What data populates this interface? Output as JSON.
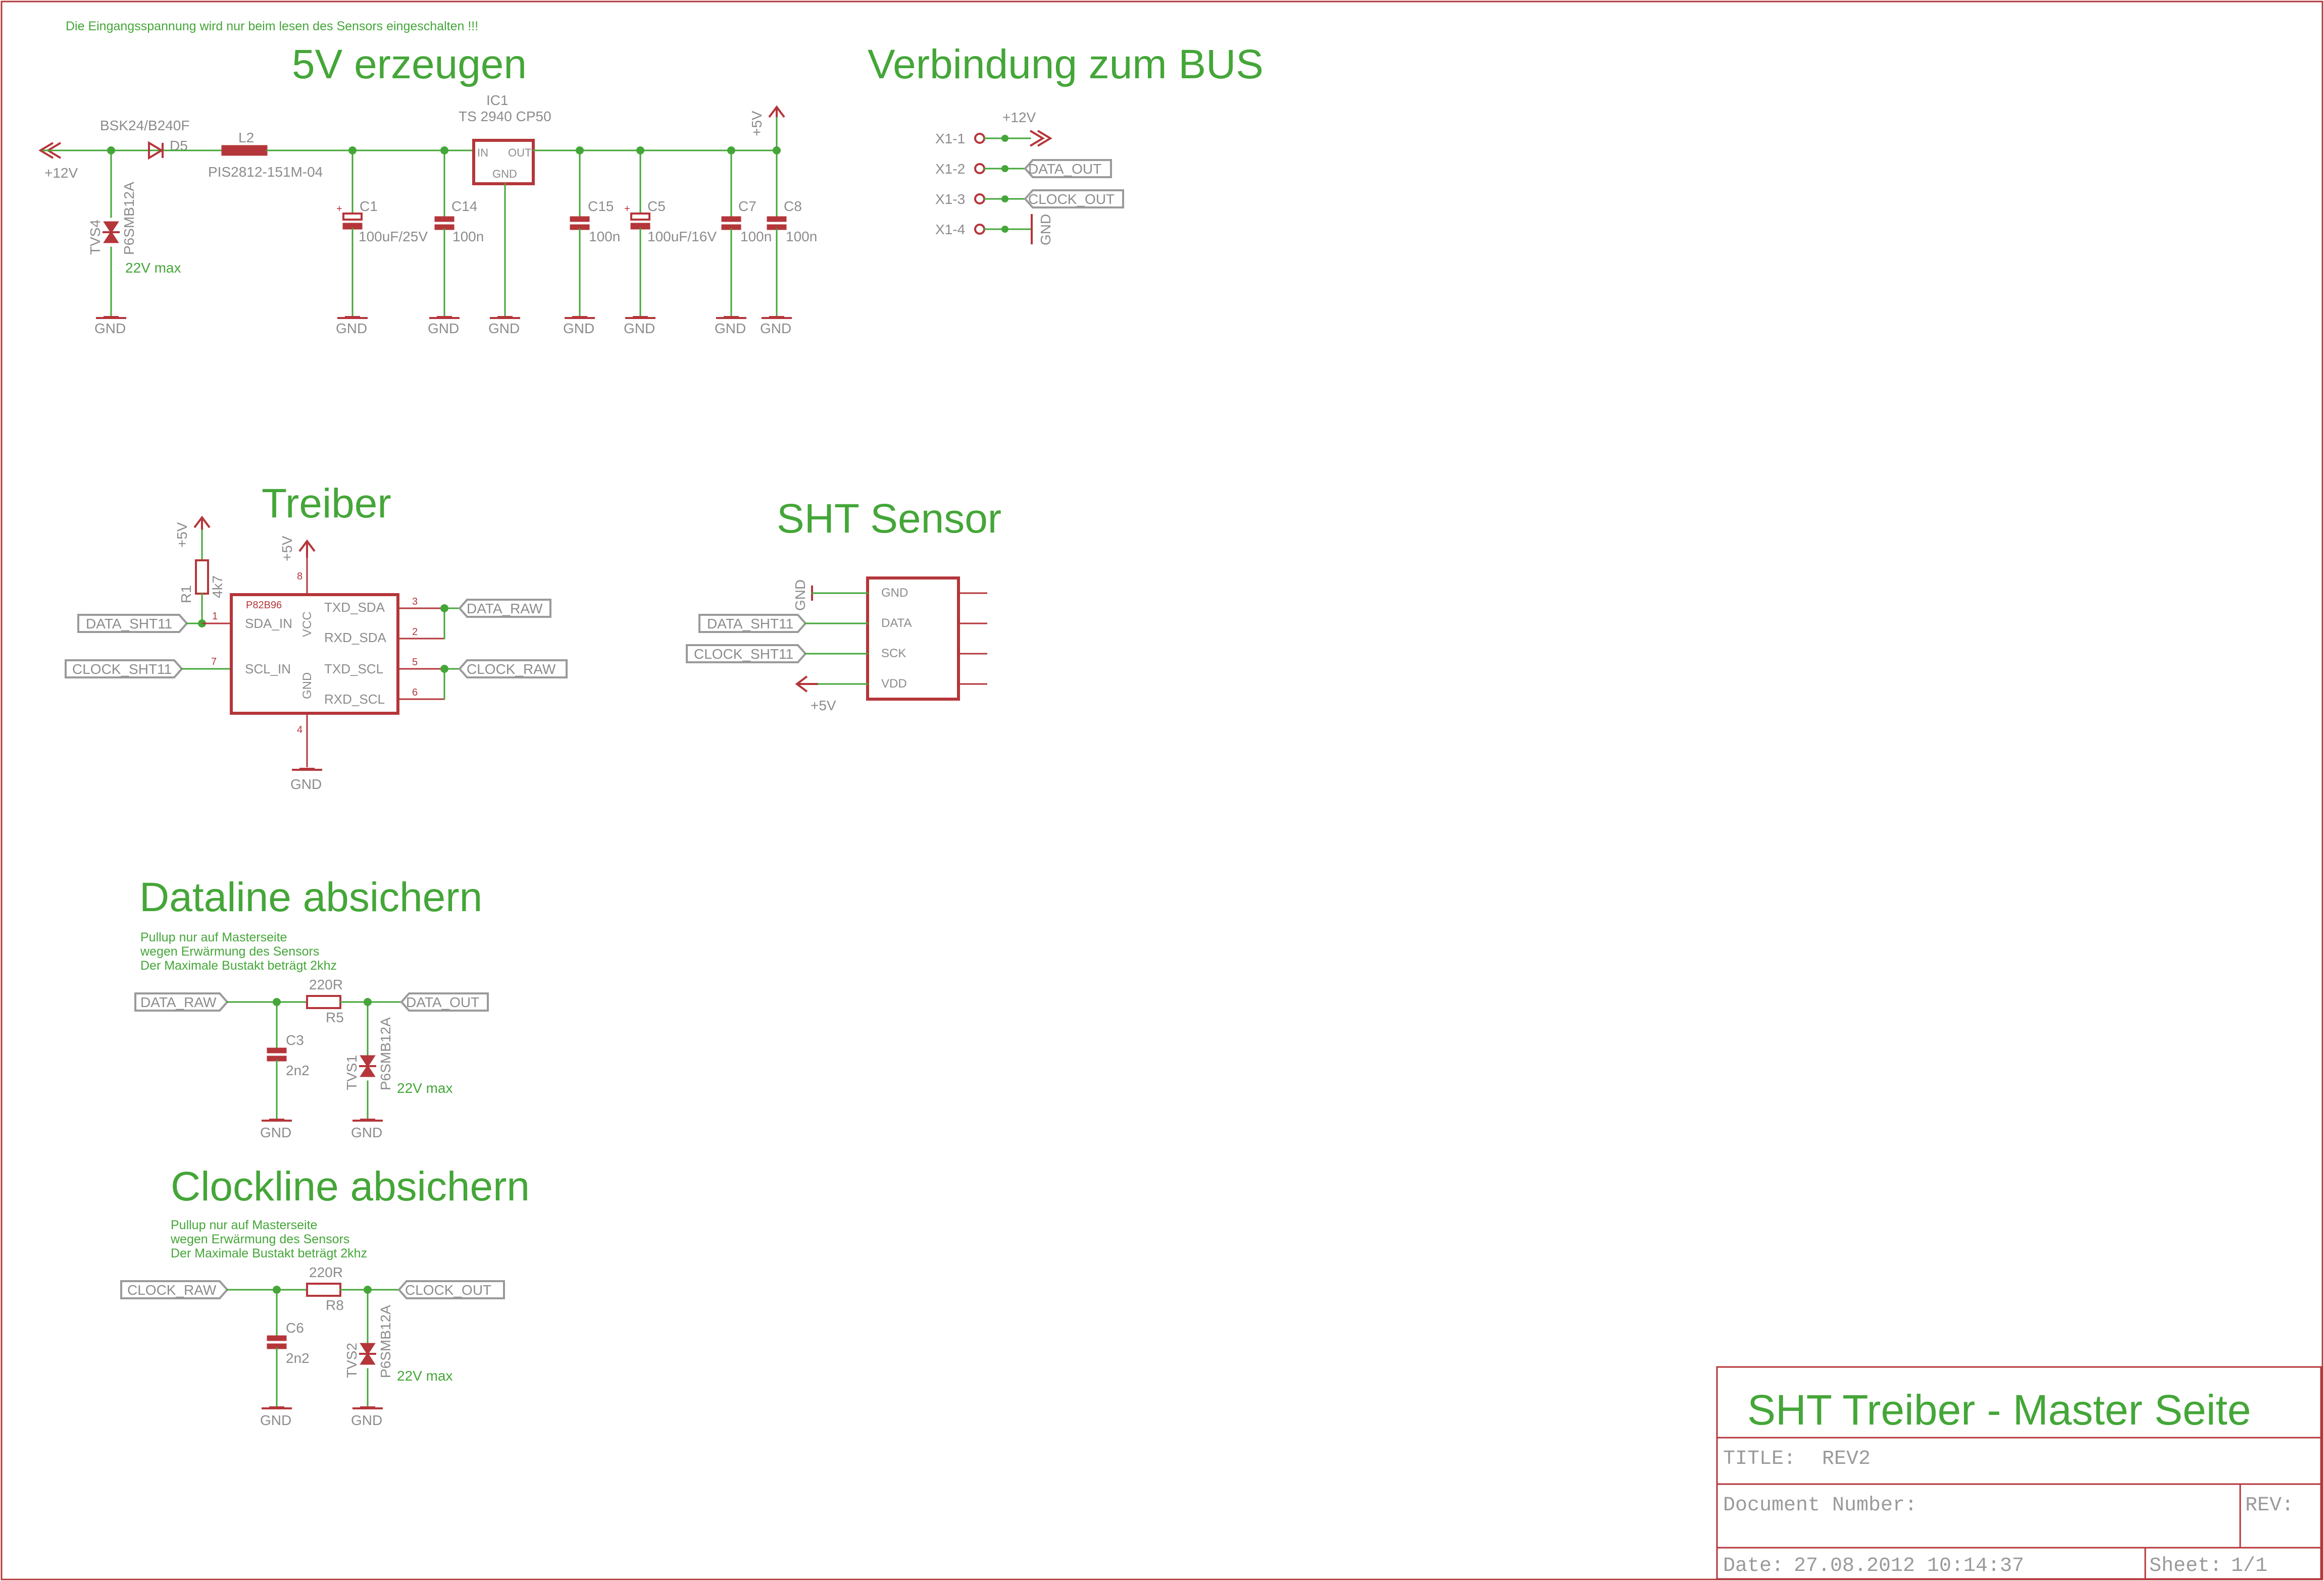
{
  "header_note": "Die Eingangsspannung wird nur beim lesen des Sensors eingeschalten !!!",
  "sections": {
    "power": "5V erzeugen",
    "bus": "Verbindung zum BUS",
    "driver": "Treiber",
    "sensor": "SHT Sensor",
    "dataline": "Dataline absichern",
    "clockline": "Clockline absichern"
  },
  "power": {
    "in_label": "+12V",
    "diode_part": "BSK24/B240F",
    "diode_name": "D5",
    "l2_name": "L2",
    "l2_part": "PIS2812-151M-04",
    "ic_name": "IC1",
    "ic_part": "TS 2940 CP50",
    "ic_in": "IN",
    "ic_out": "OUT",
    "ic_gnd": "GND",
    "supply_5v": "+5V",
    "tvs_name": "TVS4",
    "tvs_part": "P6SMB12A",
    "tvs_note": "22V max",
    "caps": [
      {
        "name": "C1",
        "value": "100uF/25V"
      },
      {
        "name": "C14",
        "value": "100n"
      },
      {
        "name": "C15",
        "value": "100n"
      },
      {
        "name": "C5",
        "value": "100uF/16V"
      },
      {
        "name": "C7",
        "value": "100n"
      },
      {
        "name": "C8",
        "value": "100n"
      }
    ],
    "gnd": "GND"
  },
  "bus": {
    "pins": [
      "X1-1",
      "X1-2",
      "X1-3",
      "X1-4"
    ],
    "supply": "+12V",
    "data_out": "DATA_OUT",
    "clock_out": "CLOCK_OUT",
    "gnd": "GND"
  },
  "driver": {
    "ic_part": "P82B96",
    "pins_left": [
      "SDA_IN",
      "SCL_IN"
    ],
    "pins_right": [
      "TXD_SDA",
      "RXD_SDA",
      "TXD_SCL",
      "RXD_SCL"
    ],
    "vcc": "VCC",
    "gnd_pin": "GND",
    "pin_numbers": {
      "sda_in": "1",
      "scl_in": "7",
      "txd_sda": "3",
      "rxd_sda": "2",
      "txd_scl": "5",
      "rxd_scl": "6",
      "vcc": "8",
      "gnd": "4"
    },
    "r_name": "R1",
    "r_value": "4k7",
    "supply": "+5V",
    "data_sht": "DATA_SHT11",
    "clock_sht": "CLOCK_SHT11",
    "data_raw": "DATA_RAW",
    "clock_raw": "CLOCK_RAW",
    "gnd": "GND"
  },
  "sensor": {
    "pins": [
      "GND",
      "DATA",
      "SCK",
      "VDD"
    ],
    "gnd": "GND",
    "data_sht": "DATA_SHT11",
    "clock_sht": "CLOCK_SHT11",
    "supply": "+5V"
  },
  "dataline": {
    "notes": [
      "Pullup nur auf Masterseite",
      "wegen Erwärmung des Sensors",
      "Der Maximale Bustakt beträgt 2khz"
    ],
    "in": "DATA_RAW",
    "out": "DATA_OUT",
    "r_value": "220R",
    "r_name": "R5",
    "c_name": "C3",
    "c_value": "2n2",
    "tvs_name": "TVS1",
    "tvs_part": "P6SMB12A",
    "tvs_note": "22V max",
    "gnd": "GND"
  },
  "clockline": {
    "notes": [
      "Pullup nur auf Masterseite",
      "wegen Erwärmung des Sensors",
      "Der Maximale Bustakt beträgt 2khz"
    ],
    "in": "CLOCK_RAW",
    "out": "CLOCK_OUT",
    "r_value": "220R",
    "r_name": "R8",
    "c_name": "C6",
    "c_value": "2n2",
    "tvs_name": "TVS2",
    "tvs_part": "P6SMB12A",
    "tvs_note": "22V max",
    "gnd": "GND"
  },
  "titleblock": {
    "heading": "SHT Treiber - Master Seite",
    "title_label": "TITLE:",
    "title_value": "REV2",
    "doc_label": "Document Number:",
    "rev_label": "REV:",
    "date_label": "Date:",
    "date_value": "27.08.2012 10:14:37",
    "sheet_label": "Sheet:",
    "sheet_value": "1/1"
  },
  "colors": {
    "wire": "#44a638",
    "symbol": "#b4363a",
    "label": "#9a9a9a",
    "background": "#ffffff"
  }
}
